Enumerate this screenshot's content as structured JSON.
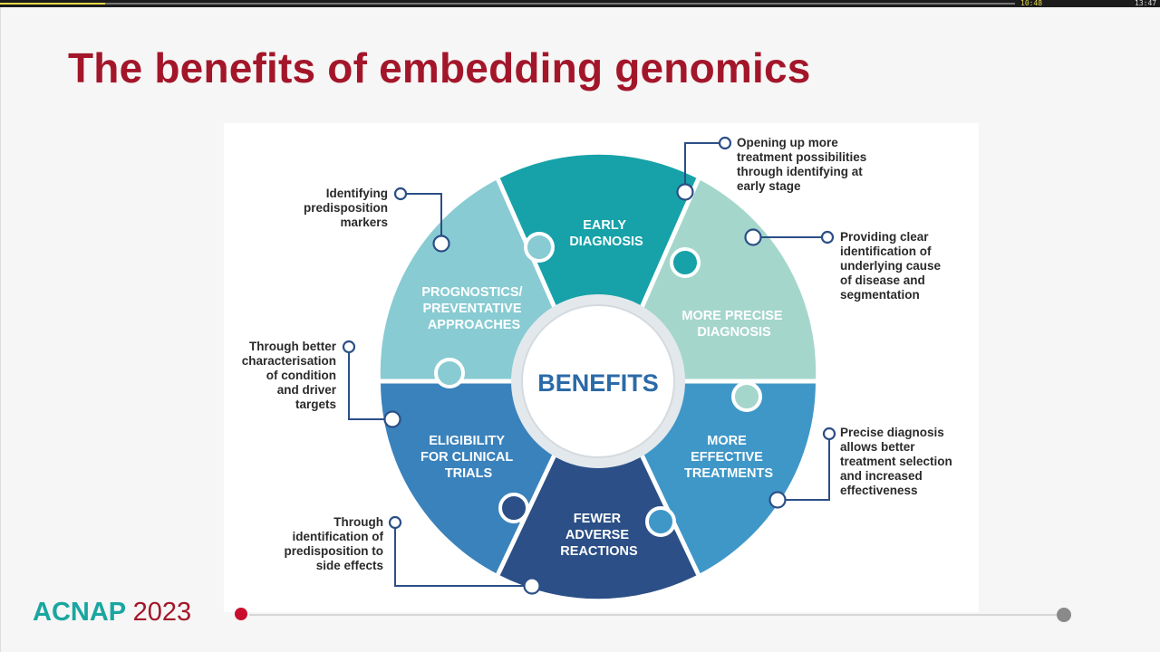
{
  "player": {
    "time_current": "10:48",
    "time_total": "13:47"
  },
  "slide": {
    "title": "The benefits of embedding genomics"
  },
  "diagram": {
    "center": "BENEFITS",
    "segments": {
      "early_diagnosis": [
        "EARLY",
        "DIAGNOSIS"
      ],
      "precise_diagnosis": [
        "MORE PRECISE",
        "DIAGNOSIS"
      ],
      "effective_treatments": [
        "MORE",
        "EFFECTIVE",
        "TREATMENTS"
      ],
      "fewer_adverse": [
        "FEWER",
        "ADVERSE",
        "REACTIONS"
      ],
      "clinical_trials": [
        "ELIGIBILITY",
        "FOR CLINICAL",
        "TRIALS"
      ],
      "prognostics": [
        "PROGNOSTICS/",
        "PREVENTATIVE",
        "APPROACHES"
      ]
    },
    "captions": {
      "early_diagnosis": [
        "Opening up more",
        "treatment possibilities",
        "through identifying at",
        "early stage"
      ],
      "precise_diagnosis": [
        "Providing clear",
        "identification of",
        "underlying cause",
        "of disease and",
        "segmentation"
      ],
      "effective_treatments": [
        "Precise diagnosis",
        "allows better",
        "treatment selection",
        "and increased",
        "effectiveness"
      ],
      "fewer_adverse": [
        "Through",
        "identification of",
        "predisposition to",
        "side effects"
      ],
      "clinical_trials": [
        "Through better",
        "characterisation",
        "of condition",
        "and driver",
        "targets"
      ],
      "prognostics": [
        "Identifying",
        "predisposition",
        "markers"
      ]
    },
    "colors": {
      "early_diagnosis": "#16a2a8",
      "precise_diagnosis": "#a5d6cc",
      "effective_treatments": "#3f97c8",
      "fewer_adverse": "#2b4f86",
      "clinical_trials": "#3a82bc",
      "prognostics": "#88cbd2",
      "connector": "#2b4f86"
    }
  },
  "footer": {
    "brand": "ACNAP",
    "year": "2023"
  }
}
